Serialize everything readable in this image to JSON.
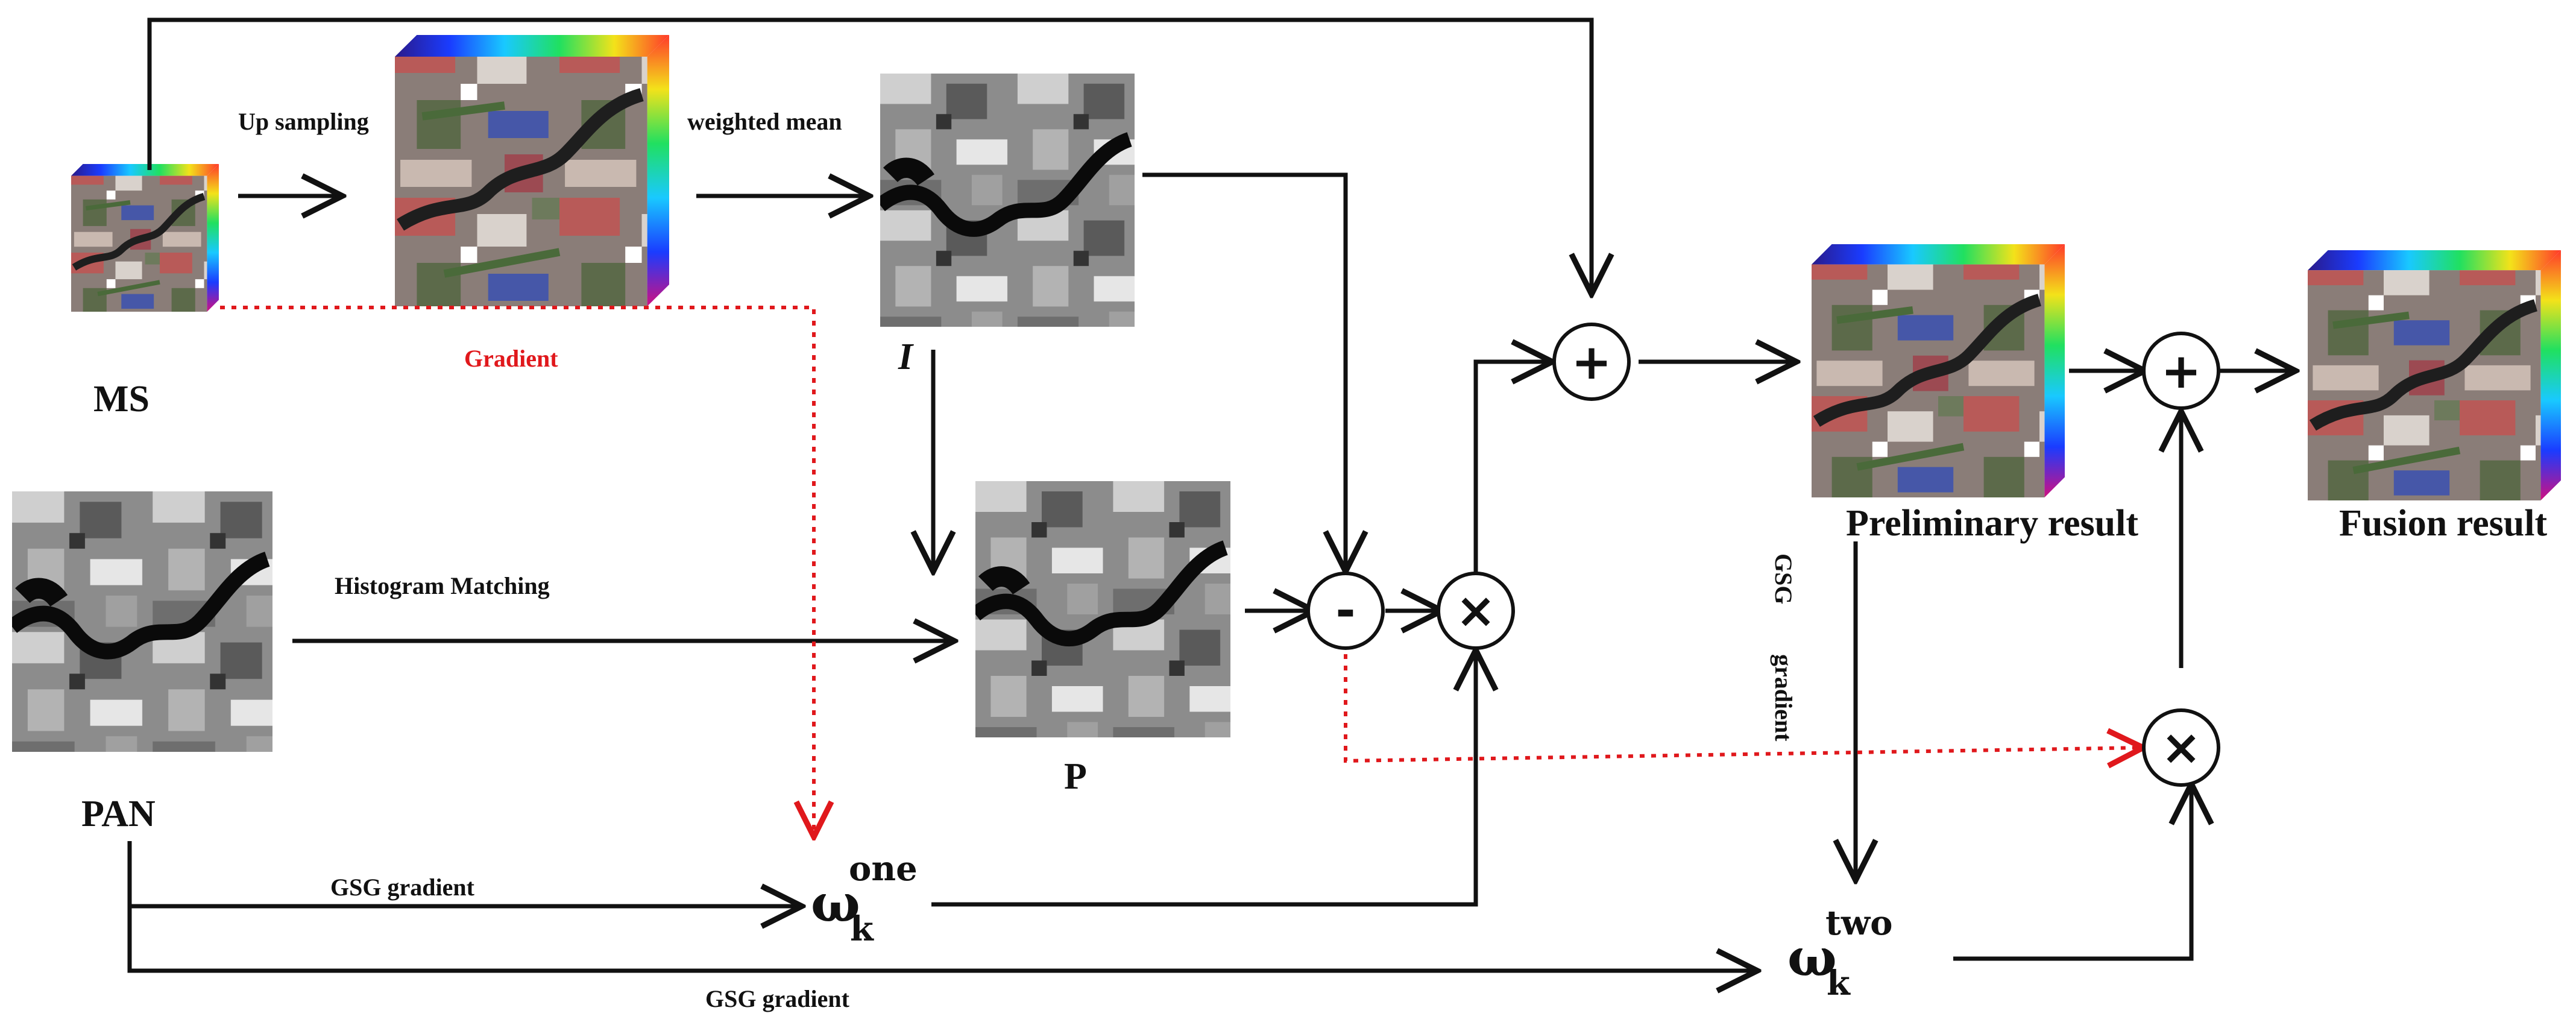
{
  "labels": {
    "ms": "MS",
    "pan": "PAN",
    "intensity": "I",
    "p": "P",
    "up_sampling": "Up sampling",
    "weighted_mean": "weighted mean",
    "gradient": "Gradient",
    "histogram_matching": "Histogram Matching",
    "gsg_gradient": "GSG gradient",
    "gsg_gradient_bottom": "GSG   gradient",
    "gsg_vertical_1": "GSG",
    "gsg_vertical_2": "gradient",
    "preliminary_result": "Preliminary result",
    "fusion_result": "Fusion result",
    "omega": "ω",
    "sub_k": "k",
    "sup_one": "one",
    "sup_two": "two"
  },
  "operators": {
    "add": "+",
    "subtract": "-",
    "multiply": "×"
  },
  "colors": {
    "arrow": "#111111",
    "gradient_path": "#e0181c",
    "edge_strip": [
      "#1a3cff",
      "#19c9ff",
      "#20e060",
      "#f3e21a",
      "#ff5a1a",
      "#d01080"
    ]
  }
}
